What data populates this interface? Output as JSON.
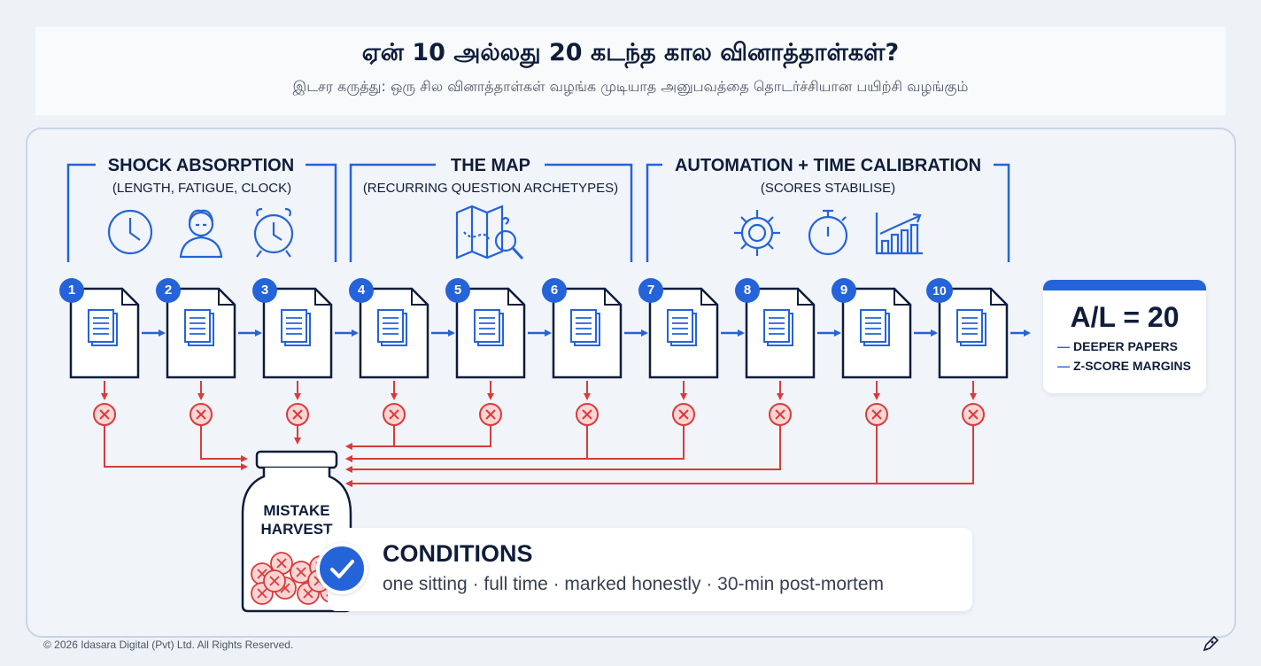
{
  "header": {
    "title": "ஏன் 10 அல்லது 20 கடந்த கால வினாத்தாள்கள்?",
    "subtitle": "இடசர கருத்து: ஒரு சில வினாத்தாள்கள் வழங்க முடியாத அனுபவத்தை தொடர்ச்சியான பயிற்சி வழங்கும்"
  },
  "phases": [
    {
      "title": "SHOCK ABSORPTION",
      "subtitle": "(LENGTH, FATIGUE, CLOCK)",
      "icons": [
        "clock-icon",
        "tired-face-icon",
        "alarm-clock-icon"
      ]
    },
    {
      "title": "THE MAP",
      "subtitle": "(RECURRING QUESTION ARCHETYPES)",
      "icons": [
        "map-search-icon"
      ]
    },
    {
      "title": "AUTOMATION + TIME CALIBRATION",
      "subtitle": "(SCORES STABILISE)",
      "icons": [
        "gear-icon",
        "stopwatch-icon",
        "bar-chart-rising-icon"
      ]
    }
  ],
  "papers": [
    "1",
    "2",
    "3",
    "4",
    "5",
    "6",
    "7",
    "8",
    "9",
    "10"
  ],
  "al_card": {
    "title": "A/L = 20",
    "items": [
      "DEEPER PAPERS",
      "Z-SCORE MARGINS"
    ]
  },
  "jar": {
    "label_line1": "MISTAKE",
    "label_line2": "HARVEST"
  },
  "conditions": {
    "title": "CONDITIONS",
    "text": "one sitting · full time · marked honestly · 30-min post-mortem"
  },
  "footer": "© 2026 Idasara Digital (Pvt) Ltd. All Rights Reserved.",
  "colors": {
    "accent": "#2563d9",
    "mistake": "#d93b3b",
    "mistake_fill": "#fbd5d5",
    "ink": "#0f1d3a"
  }
}
